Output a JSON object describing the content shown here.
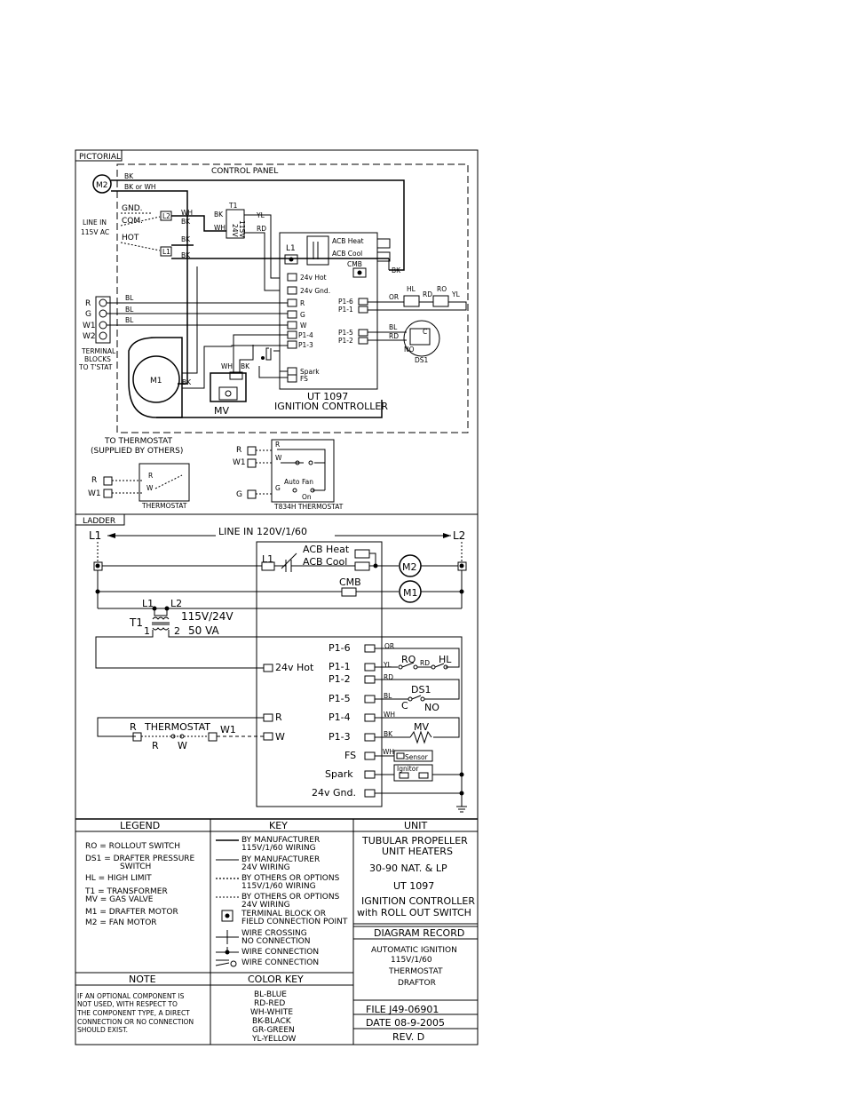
{
  "pictorial": {
    "section_label": "PICTORIAL",
    "control_panel": "CONTROL PANEL",
    "m2": "M2",
    "m2_wire1": "BK",
    "m2_wire2": "BK or WH",
    "gnd": "GND.",
    "com": "COM.",
    "hot": "HOT",
    "line_in_1": "LINE IN",
    "line_in_2": "115V AC",
    "l2": "L2",
    "l1": "L1",
    "wh": "WH",
    "bk": "BK",
    "t1": "T1",
    "t1_24v": "24V",
    "t1_115v": "115V",
    "yl": "YL",
    "rd": "RD",
    "or": "OR",
    "bl": "BL",
    "acb_heat": "ACB Heat",
    "acb_cool": "ACB Cool",
    "cmb": "CMB",
    "hot24": "24v Hot",
    "gnd24": "24v Gnd.",
    "r": "R",
    "g": "G",
    "w": "W",
    "p1_4": "P1-4",
    "p1_3": "P1-3",
    "spark": "Spark",
    "fs": "FS",
    "p1_6": "P1-6",
    "p1_1": "P1-1",
    "p1_5": "P1-5",
    "p1_2": "P1-2",
    "hl": "HL",
    "ro": "RO",
    "c": "C",
    "no": "NO",
    "ds1": "DS1",
    "terminals": [
      "R",
      "G",
      "W1",
      "W2"
    ],
    "terminal_blocks_1": "TERMINAL",
    "terminal_blocks_2": "BLOCKS",
    "terminal_blocks_3": "TO T'STAT",
    "m1": "M1",
    "mv": "MV",
    "controller_1": "UT 1097",
    "controller_2": "IGNITION CONTROLLER",
    "to_thermostat_1": "TO THERMOSTAT",
    "to_thermostat_2": "(SUPPLIED BY OTHERS)",
    "thermostat": "THERMOSTAT",
    "w1": "W1",
    "auto": "Auto",
    "fan": "Fan",
    "on": "On",
    "t834h": "T834H THERMOSTAT"
  },
  "ladder": {
    "section_label": "LADDER",
    "l1": "L1",
    "l2": "L2",
    "line_in": "LINE IN 120V/1/60",
    "acb_heat": "ACB Heat",
    "acb_cool": "ACB Cool",
    "cmb": "CMB",
    "m1": "M1",
    "m2": "M2",
    "t1": "T1",
    "tx_l1": "L1",
    "tx_l2": "L2",
    "tx_rating_1": "115V/24V",
    "tx_rating_2": "50 VA",
    "tx_1": "1",
    "tx_2": "2",
    "hot24": "24v Hot",
    "r": "R",
    "w": "W",
    "thermostat": "THERMOSTAT",
    "w1": "W1",
    "p1_6": "P1-6",
    "p1_1": "P1-1",
    "p1_2": "P1-2",
    "p1_5": "P1-5",
    "p1_4": "P1-4",
    "p1_3": "P1-3",
    "fs": "FS",
    "spark": "Spark",
    "gnd24": "24v Gnd.",
    "or": "OR",
    "yl": "YL",
    "rd": "RD",
    "bl": "BL",
    "wh": "WH",
    "bk": "BK",
    "ro": "RO",
    "hl": "HL",
    "ds1": "DS1",
    "c": "C",
    "no": "NO",
    "mv": "MV",
    "sensor": "Sensor",
    "ignitor": "Ignitor"
  },
  "legend": {
    "header": "LEGEND",
    "items": [
      "RO = ROLLOUT SWITCH",
      "DS1 = DRAFTER PRESSURE",
      "SWITCH",
      "HL = HIGH LIMIT",
      "T1 = TRANSFORMER",
      "MV = GAS VALVE",
      "M1 = DRAFTER MOTOR",
      "M2 = FAN MOTOR"
    ]
  },
  "key": {
    "header": "KEY",
    "items": [
      "BY MANUFACTURER",
      "115V/1/60 WIRING",
      "BY MANUFACTURER",
      "24V WIRING",
      "BY OTHERS OR OPTIONS",
      "115V/1/60 WIRING",
      "BY OTHERS OR OPTIONS",
      "24V WIRING",
      "TERMINAL BLOCK OR",
      "FIELD CONNECTION POINT",
      "WIRE CROSSING",
      "NO CONNECTION",
      "WIRE CONNECTION",
      "WIRE CONNECTION"
    ]
  },
  "unit": {
    "header": "UNIT",
    "lines": [
      "TUBULAR PROPELLER",
      "UNIT HEATERS",
      "30-90 NAT. & LP",
      "UT 1097",
      "IGNITION CONTROLLER",
      "with ROLL OUT SWITCH"
    ]
  },
  "diagram_record": {
    "header": "DIAGRAM RECORD",
    "lines": [
      "AUTOMATIC IGNITION",
      "115V/1/60",
      "THERMOSTAT",
      "DRAFTOR"
    ]
  },
  "note": {
    "header": "NOTE",
    "lines": [
      "IF AN OPTIONAL COMPONENT IS",
      "NOT USED, WITH RESPECT TO",
      "THE COMPONENT TYPE, A DIRECT",
      "CONNECTION OR NO CONNECTION",
      "SHOULD EXIST."
    ]
  },
  "color_key": {
    "header": "COLOR KEY",
    "items": [
      "BL-BLUE",
      "RD-RED",
      "WH-WHITE",
      "BK-BLACK",
      "GR-GREEN",
      "YL-YELLOW"
    ]
  },
  "file_info": {
    "file": "FILE  J49-06901",
    "date": "DATE  08-9-2005",
    "rev": "REV. D"
  }
}
